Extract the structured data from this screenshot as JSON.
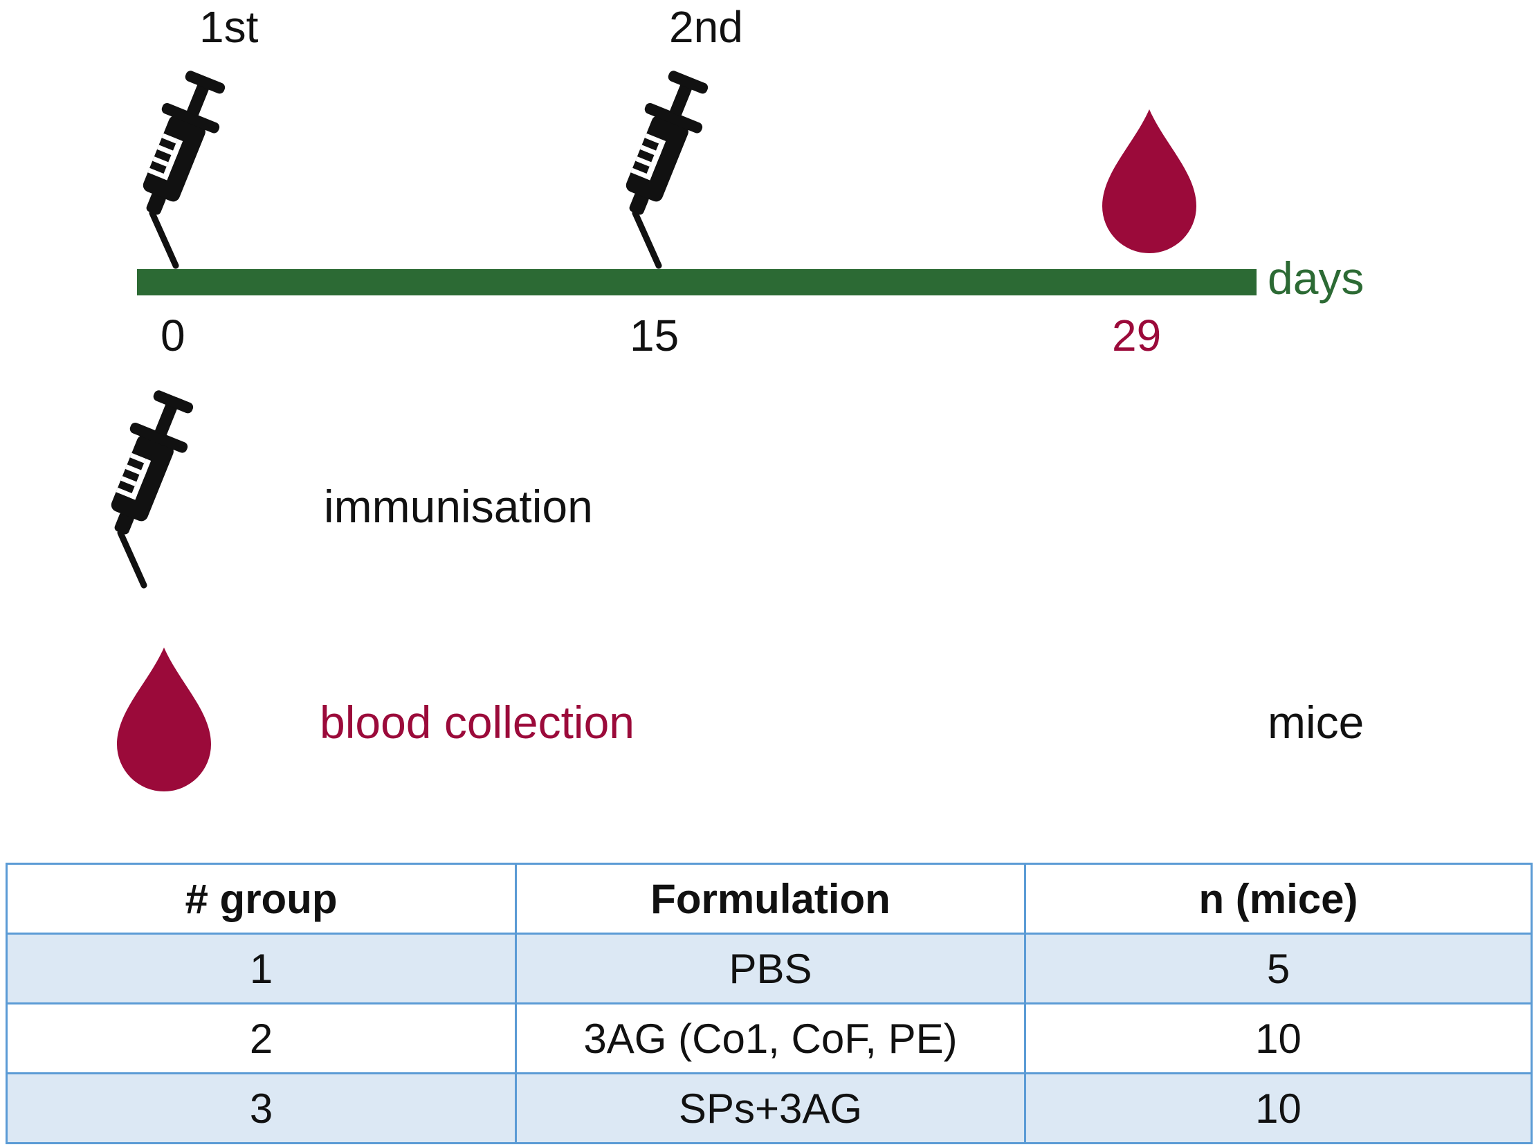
{
  "timeline": {
    "unit": "days",
    "ticks": [
      {
        "day": "0",
        "label": "1st",
        "event": "immunisation"
      },
      {
        "day": "15",
        "label": "2nd",
        "event": "immunisation"
      },
      {
        "day": "29",
        "label": "",
        "event": "blood collection"
      }
    ]
  },
  "legend": {
    "immunisation": "immunisation",
    "blood_collection": "blood collection",
    "mice": "mice"
  },
  "table": {
    "headers": [
      "# group",
      "Formulation",
      "n (mice)"
    ],
    "rows": [
      [
        "1",
        "PBS",
        "5"
      ],
      [
        "2",
        "3AG (Co1, CoF, PE)",
        "10"
      ],
      [
        "3",
        "SPs+3AG",
        "10"
      ]
    ]
  },
  "colors": {
    "timeline_green": "#2c6a34",
    "blood_red": "#9b0a3a",
    "table_border": "#5b9bd5",
    "table_shade": "#dce8f4"
  },
  "icons": [
    "syringe-icon",
    "blood-drop-icon"
  ]
}
